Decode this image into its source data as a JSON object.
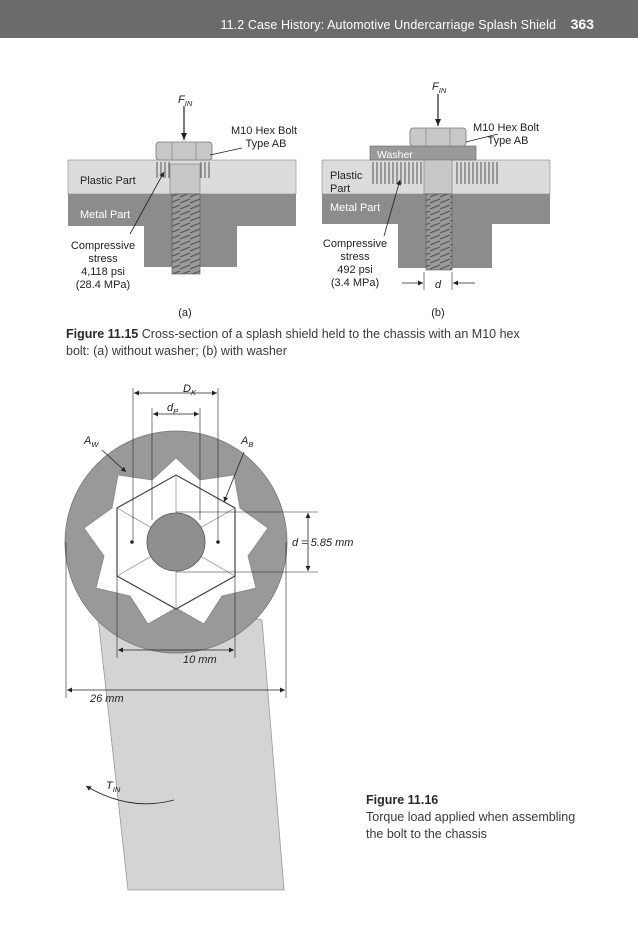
{
  "header": {
    "running_title": "11.2 Case History: Automotive Undercarriage Splash Shield",
    "page_number": "363"
  },
  "figure_11_15": {
    "label": "Figure 11.15",
    "caption": "Cross-section of a splash shield held to the chassis with an M10 hex bolt: (a) without washer; (b) with washer",
    "panel_a": {
      "force": "F",
      "force_sub": "IN",
      "bolt_line1": "M10 Hex Bolt",
      "bolt_line2": "Type AB",
      "plastic": "Plastic Part",
      "metal": "Metal Part",
      "stress_line1": "Compressive",
      "stress_line2": "stress",
      "stress_line3": "4,118 psi",
      "stress_line4": "(28.4 MPa)",
      "tag": "(a)"
    },
    "panel_b": {
      "force": "F",
      "force_sub": "IN",
      "bolt_line1": "M10 Hex Bolt",
      "bolt_line2": "Type AB",
      "washer": "Washer",
      "plastic_line1": "Plastic",
      "plastic_line2": "Part",
      "metal": "Metal Part",
      "stress_line1": "Compressive",
      "stress_line2": "stress",
      "stress_line3": "492 psi",
      "stress_line4": "(3.4 MPa)",
      "d": "d",
      "tag": "(b)"
    }
  },
  "figure_11_16": {
    "label": "Figure 11.16",
    "caption_line1": "Torque load applied when assembling",
    "caption_line2": "the bolt to the chassis",
    "dk": "D",
    "dk_sub": "K",
    "dp": "d",
    "dp_sub": "P",
    "aw": "A",
    "aw_sub": "W",
    "ab": "A",
    "ab_sub": "B",
    "d_dim": "d = 5.85 mm",
    "dim_10": "10 mm",
    "dim_26": "26 mm",
    "tin": "T",
    "tin_sub": "IN"
  },
  "colors": {
    "header_bg": "#6b6b6b",
    "plastic": "#dcdcdc",
    "metal": "#8c8c8c",
    "wrench": "#cfcfcf"
  }
}
